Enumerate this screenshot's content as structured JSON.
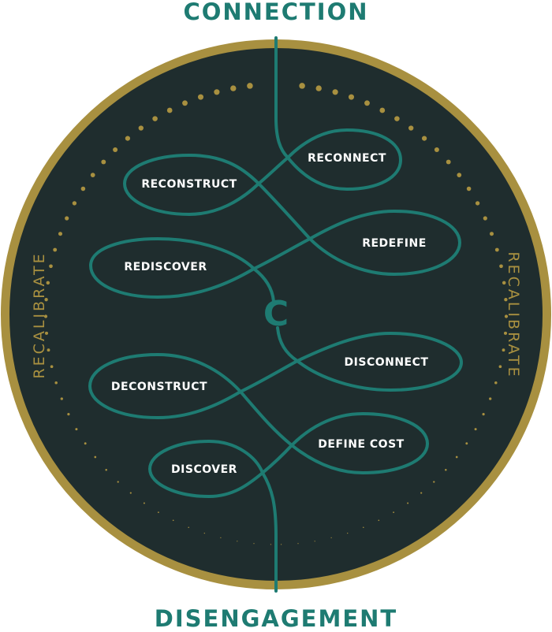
{
  "title_top": "CONNECTION",
  "title_bottom": "DISENGAGEMENT",
  "side_left": "RECALIBRATE",
  "side_right": "RECALIBRATE",
  "center_glyph": "C",
  "loops": {
    "reconnect": "RECONNECT",
    "reconstruct": "RECONSTRUCT",
    "redefine": "REDEFINE",
    "rediscover": "REDISCOVER",
    "disconnect": "DISCONNECT",
    "deconstruct": "DECONSTRUCT",
    "define_cost": "DEFINE COST",
    "discover": "DISCOVER"
  },
  "colors": {
    "teal": "#1e7b72",
    "gold": "#a89040",
    "background": "#1f2d2e",
    "label": "#ffffff"
  }
}
